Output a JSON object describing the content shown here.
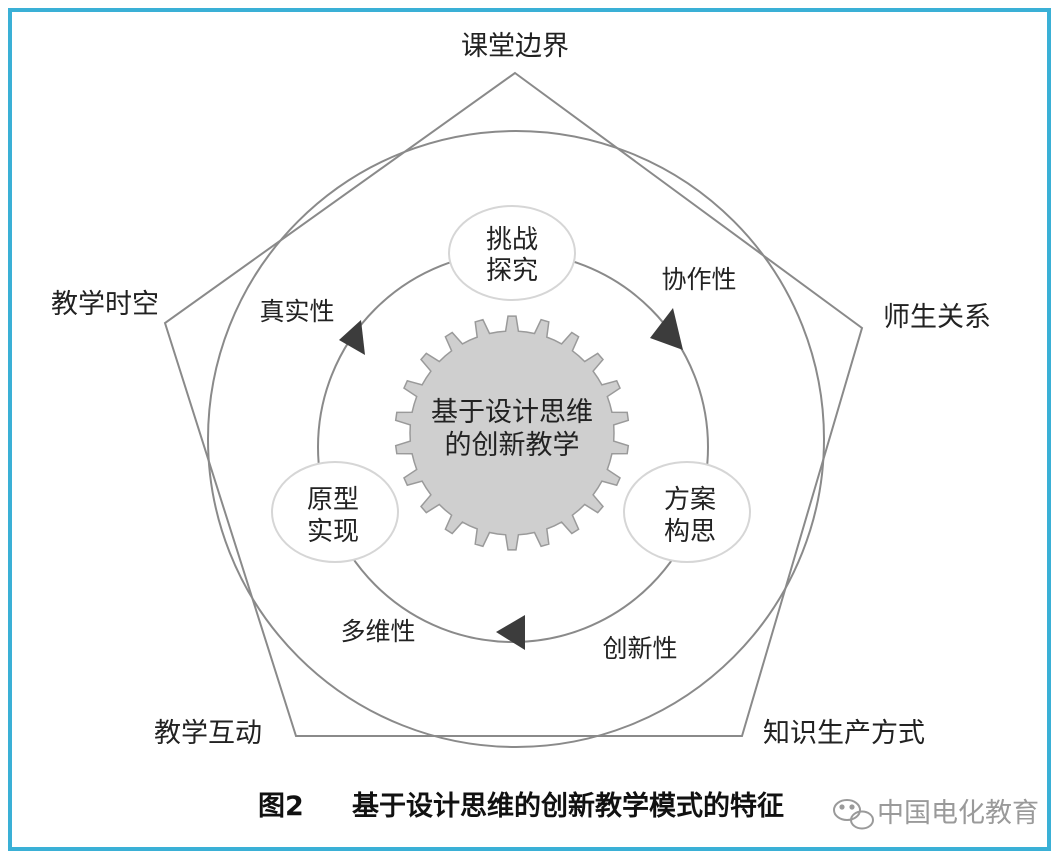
{
  "diagram": {
    "pentagon_labels": {
      "top": "课堂边界",
      "left": "教学时空",
      "right": "师生关系",
      "bottom_left": "教学互动",
      "bottom_right": "知识生产方式"
    },
    "stages": [
      {
        "line1": "挑战",
        "line2": "探究"
      },
      {
        "line1": "方案",
        "line2": "构思"
      },
      {
        "line1": "原型",
        "line2": "实现"
      }
    ],
    "cycle_labels": {
      "upper_left": "真实性",
      "upper_right": "协作性",
      "lower_left": "多维性",
      "lower_right": "创新性"
    },
    "center": {
      "line1": "基于设计思维",
      "line2": "的创新教学"
    }
  },
  "caption": {
    "figure_no": "图2",
    "title": "基于设计思维的创新教学模式的特征"
  },
  "watermark": {
    "text": "中国电化教育"
  },
  "colors": {
    "frame": "#3ab0d6",
    "outline": "#8a8a8a",
    "gear_fill": "#cfcfcf",
    "arrow": "#3c3c3c"
  }
}
